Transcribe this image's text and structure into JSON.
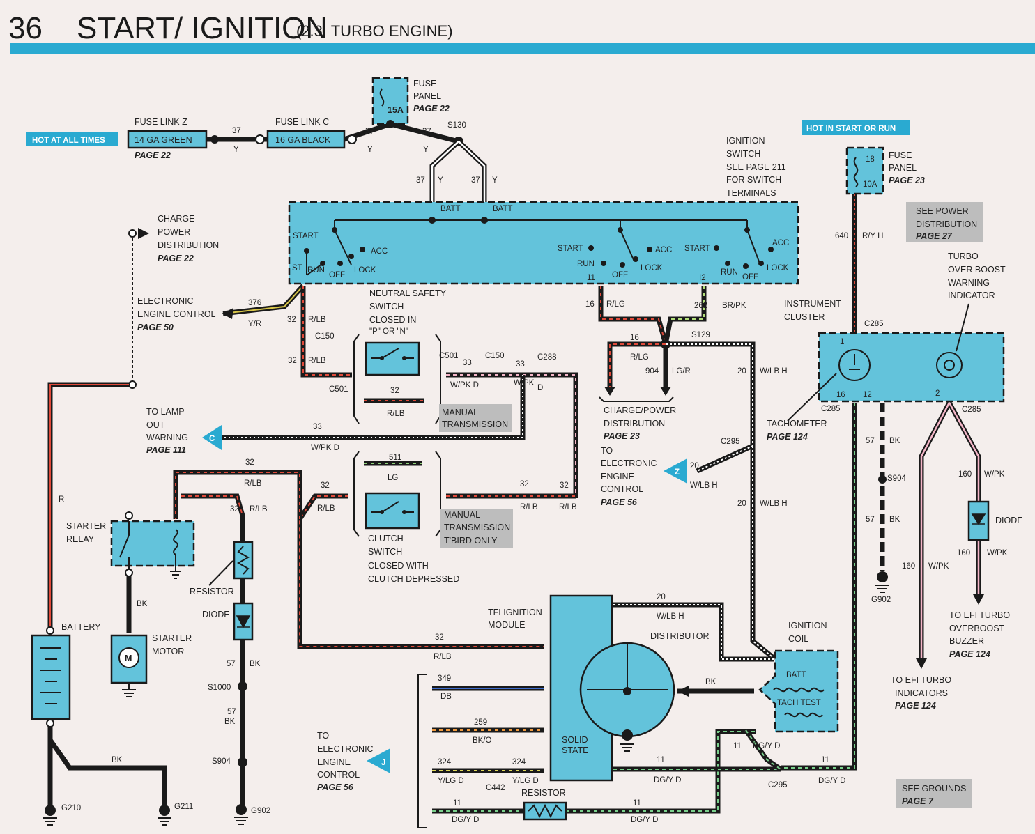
{
  "header": {
    "page_number": "36",
    "title": "START/ IGNITION",
    "subtitle": "(2.3: TURBO ENGINE)"
  },
  "callouts": {
    "hot_at_all_times": "HOT AT ALL TIMES",
    "hot_in_start_or_run": "HOT IN START OR RUN",
    "see_power_dist": [
      "SEE POWER",
      "DISTRIBUTION",
      "PAGE 27"
    ],
    "see_grounds": [
      "SEE GROUNDS",
      "PAGE 7"
    ],
    "manual_trans": [
      "MANUAL",
      "TRANSMISSION"
    ],
    "manual_trans_tbird": [
      "MANUAL",
      "TRANSMISSION",
      "T'BIRD ONLY"
    ]
  },
  "fuse_links": {
    "z_title": "FUSE LINK Z",
    "z_value": "14 GA GREEN",
    "z_page": "PAGE 22",
    "c_title": "FUSE LINK C",
    "c_value": "16 GA BLACK"
  },
  "fuse_panel_top": {
    "lines": [
      "FUSE",
      "PANEL",
      "PAGE 22"
    ],
    "amp": "15A"
  },
  "fuse_panel_right": {
    "lines": [
      "FUSE",
      "PANEL",
      "PAGE 23"
    ],
    "top": "18",
    "amp": "10A"
  },
  "ignition_switch": {
    "desc": [
      "IGNITION",
      "SWITCH",
      "SEE  PAGE 211",
      "FOR SWITCH",
      "TERMINALS"
    ],
    "batt": "BATT",
    "start": "START",
    "st": "ST",
    "run": "RUN",
    "off": "OFF",
    "acc": "ACC",
    "lock": "LOCK",
    "pin11": "11",
    "pin12": "I2"
  },
  "labels": {
    "charge_power": [
      "CHARGE",
      "POWER",
      "DISTRIBUTION",
      "PAGE 22"
    ],
    "eec_top": [
      "ELECTRONIC",
      "ENGINE CONTROL",
      "PAGE 50"
    ],
    "neutral_safety": [
      "NEUTRAL SAFETY",
      "SWITCH",
      "CLOSED IN",
      "\"P\" OR \"N\""
    ],
    "lamp_out": [
      "TO LAMP",
      "OUT",
      "WARNING",
      "PAGE 111"
    ],
    "charge_power_23": [
      "CHARGE/POWER",
      "DISTRIBUTION",
      "PAGE 23"
    ],
    "to_eec_56": [
      "TO",
      "ELECTRONIC",
      "ENGINE",
      "CONTROL",
      "PAGE 56"
    ],
    "to_eec_j": [
      "TO",
      "ELECTRONIC",
      "ENGINE",
      "CONTROL",
      "PAGE 56"
    ],
    "instrument_cluster": [
      "INSTRUMENT",
      "CLUSTER"
    ],
    "turbo_warning": [
      "TURBO",
      "OVER BOOST",
      "WARNING",
      "INDICATOR"
    ],
    "tachometer": [
      "TACHOMETER",
      "PAGE 124"
    ],
    "diode_right": "DIODE",
    "efi_buzzer": [
      "TO EFI TURBO",
      "OVERBOOST",
      "BUZZER",
      "PAGE 124"
    ],
    "efi_indicators": [
      "TO EFI TURBO",
      "INDICATORS",
      "PAGE 124"
    ],
    "starter_relay": [
      "STARTER",
      "RELAY"
    ],
    "resistor_left": "RESISTOR",
    "diode_left": "DIODE",
    "battery": "BATTERY",
    "starter_motor": [
      "STARTER",
      "MOTOR"
    ],
    "clutch_switch": [
      "CLUTCH",
      "SWITCH",
      "CLOSED WITH",
      "CLUTCH DEPRESSED"
    ],
    "tfi_module": [
      "TFI IGNITION",
      "MODULE"
    ],
    "distributor": "DISTRIBUTOR",
    "solid_state": [
      "SOLID",
      "STATE"
    ],
    "ignition_coil": [
      "IGNITION",
      "COIL"
    ],
    "coil_batt": "BATT",
    "coil_tach_test": "TACH TEST",
    "resistor_bottom": "RESISTOR",
    "motor_symbol": "M"
  },
  "connectors": {
    "s130": "S130",
    "s129": "S129",
    "c150a": "C150",
    "c150b": "C150",
    "c501a": "C501",
    "c501b": "C501",
    "c288": "C288",
    "c295a": "C295",
    "c295b": "C295",
    "c285a": "C285",
    "c285b": "C285",
    "c285c": "C285",
    "s904": "S904",
    "s1000": "S1000",
    "s904b": "S904",
    "c442": "C442",
    "g902a": "G902",
    "g902b": "G902",
    "g210": "G210",
    "g211": "G211"
  },
  "wire_labels": {
    "w37a": "37",
    "y_a": "Y",
    "w37b": "37",
    "y_b": "Y",
    "w37c": "37",
    "y_c": "Y",
    "w37d": "37",
    "y_d": "Y",
    "w37e": "37",
    "y_e": "Y",
    "w376": "376",
    "yr": "Y/R",
    "w32a": "32",
    "rlb_a": "R/LB",
    "w32b": "32",
    "rlb_b": "R/LB",
    "w33a": "33",
    "wpkd_a": "W/PK D",
    "w33b": "33",
    "wpk_b": "W/PK",
    "d_b": "D",
    "w32c": "32",
    "rlb_c": "R/LB",
    "w33c": "33",
    "wpkd_c": "W/PK D",
    "w511": "511",
    "lg": "LG",
    "w32d": "32",
    "rlb_d": "R/LB",
    "w32e": "32",
    "rlb_e": "R/LB",
    "w32f": "32",
    "rlb_f": "R/LB",
    "w32g": "32",
    "rlb_g": "R/LB",
    "w32h": "32",
    "rlb_h": "R/LB",
    "w16a": "16",
    "rlg_a": "R/LG",
    "w262": "262",
    "brpk": "BR/PK",
    "w16b": "16",
    "rlg_b": "R/LG",
    "w904": "904",
    "lgr": "LG/R",
    "w20a": "20",
    "wlbh_a": "W/LB H",
    "w20b": "20",
    "wlbh_b": "W/LB H",
    "w20c": "20",
    "wlbh_c": "W/LB H",
    "w20d": "20",
    "wlbh_d": "W/LB H",
    "w640": "640",
    "ryh": "R/Y H",
    "p1": "1",
    "p16": "16",
    "p12": "12",
    "p2": "2",
    "w57a": "57",
    "bk_a": "BK",
    "w57b": "57",
    "bk_b": "BK",
    "w160a": "160",
    "wpk_c": "W/PK",
    "w160b": "160",
    "wpk_d": "W/PK",
    "w160c": "160",
    "wpk_e": "W/PK",
    "r": "R",
    "bk_c": "BK",
    "w57c": "57",
    "bk_d": "BK",
    "w57d": "57",
    "bk_e": "BK",
    "bk_f": "BK",
    "w349": "349",
    "db": "DB",
    "w259": "259",
    "bko": "BK/O",
    "w324a": "324",
    "ylgd_a": "Y/LG D",
    "w324b": "324",
    "ylgd_b": "Y/LG D",
    "w11a": "11",
    "dgyd_a": "DG/Y D",
    "w11b": "11",
    "dgyd_b": "DG/Y D",
    "w11c": "11",
    "dgyd_c": "DG/Y D",
    "w11d": "11",
    "dgyd_d": "DG/Y D",
    "w11e": "11",
    "dgyd_e": "DG/Y D",
    "bk_g": "BK"
  },
  "locator_letters": {
    "c": "C",
    "z": "Z",
    "j": "J"
  },
  "colors": {
    "accent": "#2aaad1",
    "component": "#63c3db",
    "wire": "#1a1a1a",
    "grey": "#bdbdbd"
  }
}
